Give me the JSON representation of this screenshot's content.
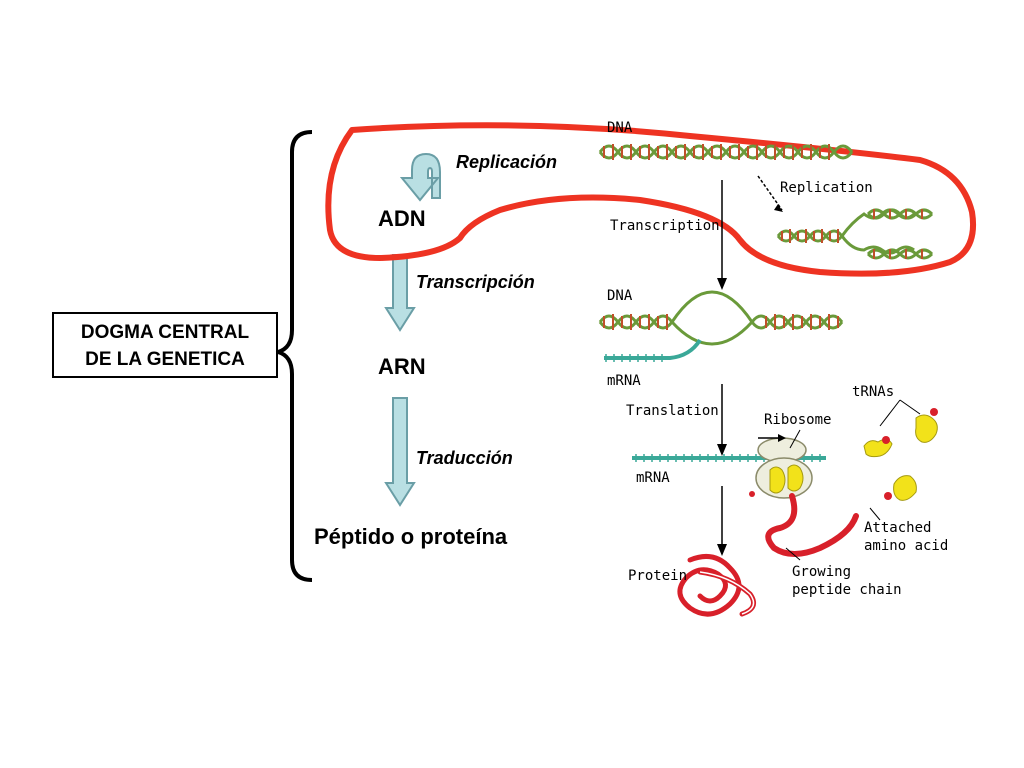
{
  "title": {
    "line1": "DOGMA CENTRAL",
    "line2": "DE LA GENETICA"
  },
  "nodes": {
    "dna": "ADN",
    "rna": "ARN",
    "protein": "Péptido o proteína"
  },
  "processes": {
    "replication": "Replicación",
    "transcription": "Transcripción",
    "translation": "Traducción"
  },
  "illustration": {
    "dna_top": "DNA",
    "replication": "Replication",
    "transcription": "Transcription",
    "dna_mid": "DNA",
    "mrna_mid": "mRNA",
    "translation": "Translation",
    "ribosome": "Ribosome",
    "trnas": "tRNAs",
    "mrna_low": "mRNA",
    "attached_1": "Attached",
    "attached_2": "amino acid",
    "protein": "Protein",
    "growing_1": "Growing",
    "growing_2": "peptide chain"
  },
  "colors": {
    "highlight": "#ee3322",
    "arrow_fill": "#b9dfe3",
    "arrow_stroke": "#6a9ea6",
    "protein": "#d8202a",
    "tRNA": "#f2e21a",
    "mrna": "#3aa898"
  }
}
